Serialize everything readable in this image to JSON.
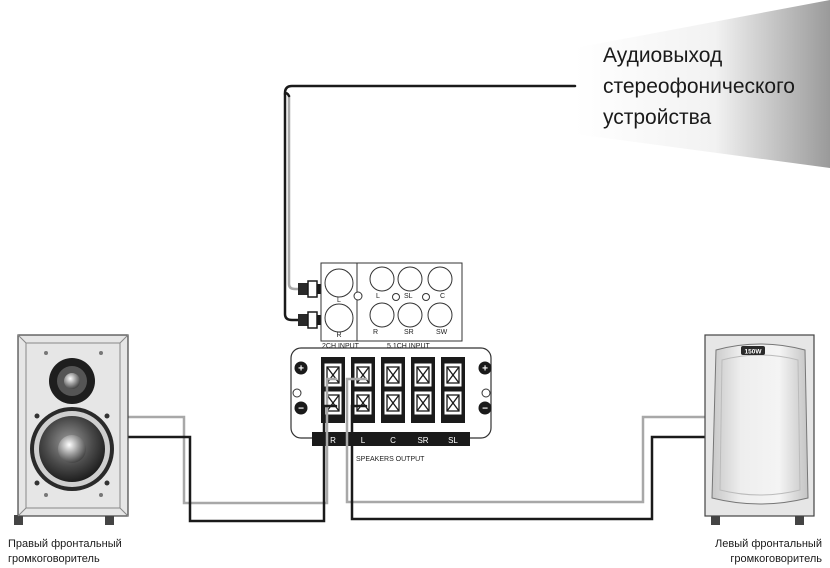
{
  "source_label": [
    "Аудиовыход",
    "стереофонического",
    "устройства"
  ],
  "panel": {
    "input_2ch": {
      "left": "L",
      "right": "R",
      "caption": "2CH INPUT"
    },
    "input_51ch": {
      "jacks_top": [
        "L",
        "SL",
        "C"
      ],
      "jacks_bottom": [
        "R",
        "SR",
        "SW"
      ],
      "caption": "5.1CH INPUT"
    },
    "speaker_channels": [
      "R",
      "L",
      "C",
      "SR",
      "SL"
    ],
    "speakers_output_caption": "SPEAKERS OUTPUT",
    "plus_symbol": "+",
    "minus_symbol": "−"
  },
  "right_speaker_label": [
    "Правый фронтальный",
    "громкоговоритель"
  ],
  "left_speaker_label": [
    "Левый фронтальный",
    "громкоговоритель"
  ],
  "subwoofer_badge": "150W",
  "colors": {
    "cable_black": "#1a1a1a",
    "cable_gray": "#a8a8a8",
    "speaker_body": "#e6e6e6"
  }
}
